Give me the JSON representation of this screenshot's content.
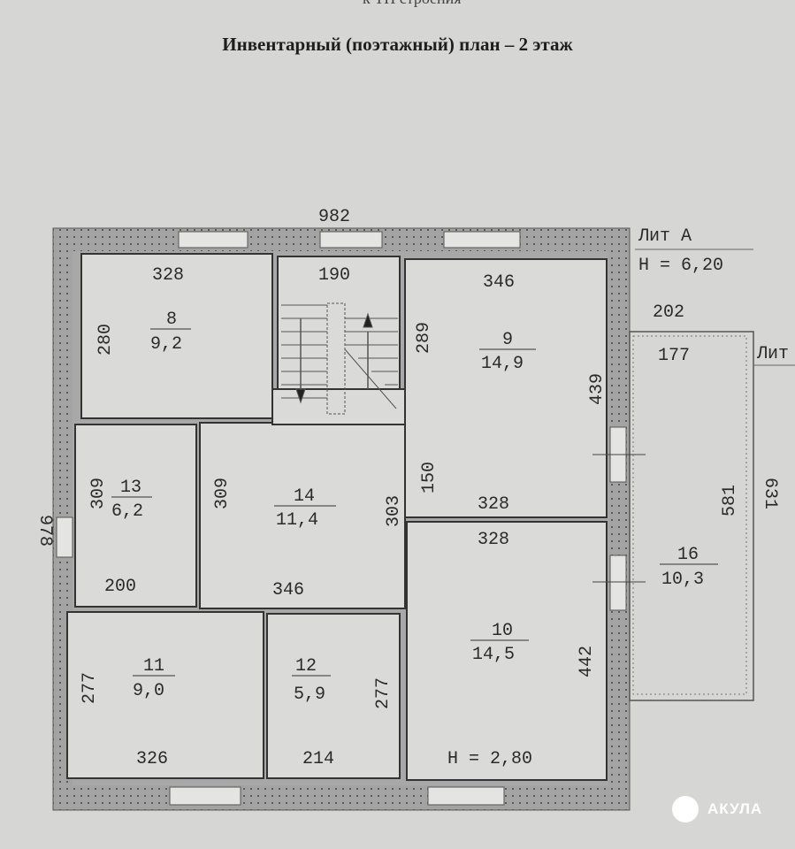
{
  "header": {
    "caption_partial": "к ТП строения",
    "title": "Инвентарный (поэтажный) план – 2 этаж"
  },
  "building": {
    "total_width": "982",
    "total_length": "978",
    "lit_label": "Лит А",
    "height_label": "Н = 6,20",
    "floor_height_label": "Н = 2,80",
    "balcony_width_outer": "202",
    "balcony_lit_label": "Лит",
    "balcony_length_outer": "631"
  },
  "rooms": [
    {
      "number": "8",
      "area": "9,2",
      "width": "328",
      "length": "280"
    },
    {
      "stair_width": "190"
    },
    {
      "number": "9",
      "area": "14,9",
      "width": "346",
      "length": "289",
      "length_right": "439",
      "width_bottom": "328"
    },
    {
      "number": "13",
      "area": "6,2",
      "width": "200",
      "length": "309"
    },
    {
      "number": "14",
      "area": "11,4",
      "width": "346",
      "length": "309",
      "length_right": "303",
      "opening": "150"
    },
    {
      "number": "10",
      "area": "14,5",
      "width": "328",
      "length": "442"
    },
    {
      "number": "11",
      "area": "9,0",
      "width": "326",
      "length": "277"
    },
    {
      "number": "12",
      "area": "5,9",
      "width": "214",
      "length": "277"
    },
    {
      "number": "16",
      "area": "10,3",
      "width": "177",
      "length": "581"
    }
  ],
  "watermark": {
    "brand": "АКУЛА"
  },
  "colors": {
    "paper": "#d6d6d4",
    "wall": "#a3a3a3",
    "ink": "#2a2a2a"
  }
}
